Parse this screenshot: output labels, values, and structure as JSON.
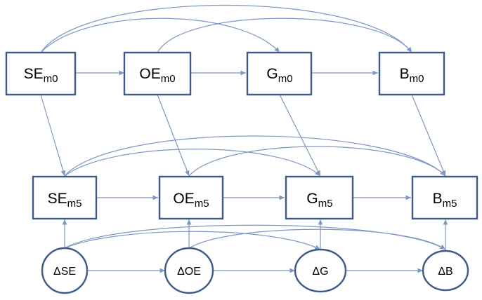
{
  "colors": {
    "node_stroke": "#3d5a86",
    "edge": "#7d97c3"
  },
  "row0": [
    {
      "base": "SE",
      "sub": "m0"
    },
    {
      "base": "OE",
      "sub": "m0"
    },
    {
      "base": "G",
      "sub": "m0"
    },
    {
      "base": "B",
      "sub": "m0"
    }
  ],
  "row5": [
    {
      "base": "SE",
      "sub": "m5"
    },
    {
      "base": "OE",
      "sub": "m5"
    },
    {
      "base": "G",
      "sub": "m5"
    },
    {
      "base": "B",
      "sub": "m5"
    }
  ],
  "deltas": [
    {
      "label": "ΔSE"
    },
    {
      "label": "ΔOE"
    },
    {
      "label": "ΔG"
    },
    {
      "label": "ΔB"
    }
  ]
}
